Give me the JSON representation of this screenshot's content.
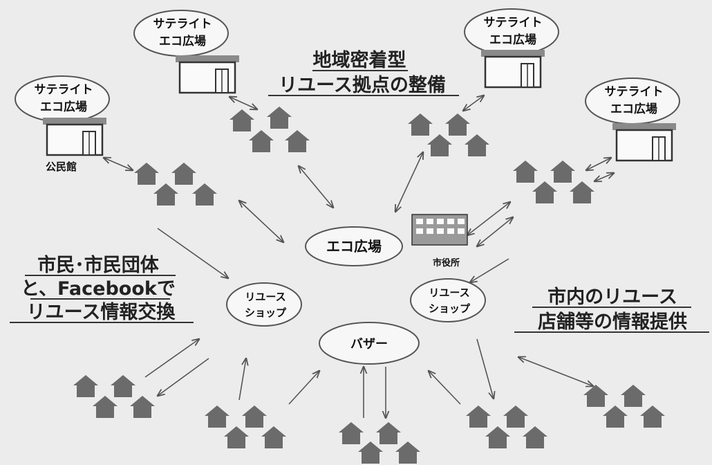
{
  "diagram": {
    "title_line1": "地域密着型",
    "title_line2": "リユース拠点の整備",
    "left_label_line1": "市民･市民団体",
    "left_label_line2": "と、Facebookで",
    "left_label_line3": "リユース情報交換",
    "right_label_line1": "市内のリユース",
    "right_label_line2": "店舗等の情報提供",
    "satellite_line1": "サテライト",
    "satellite_line2": "エコ広場",
    "community_hall": "公民館",
    "eco_plaza": "エコ広場",
    "city_hall": "市役所",
    "reuse_shop_line1": "リユース",
    "reuse_shop_line2": "ショップ",
    "bazaar": "バザー"
  },
  "colors": {
    "background": "#ececec",
    "oval_fill": "#f7f7f7",
    "oval_stroke": "#555555",
    "house": "#6b6b6b",
    "building_roof": "#8a8a8a",
    "arrow": "#555555",
    "title_underline": "#333333"
  }
}
